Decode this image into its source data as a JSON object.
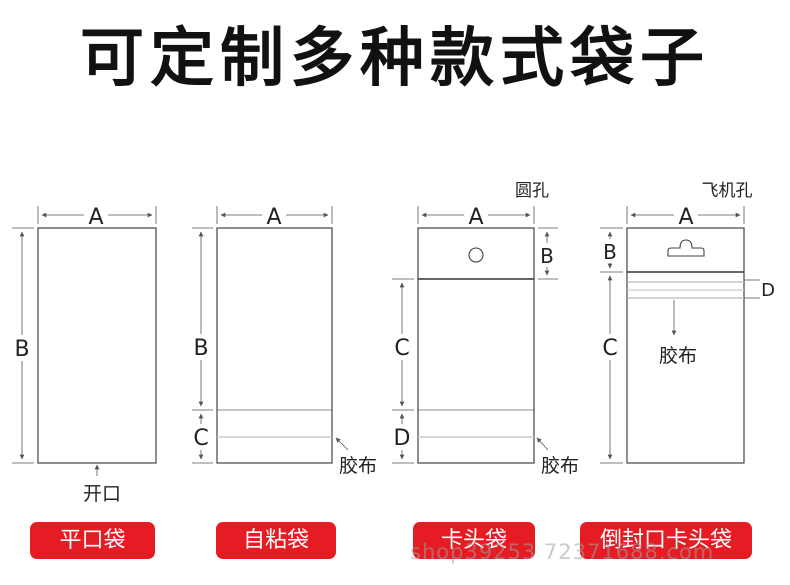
{
  "title": "可定制多种款式袋子",
  "labels": {
    "a": "A",
    "b": "B",
    "c": "C",
    "d": "D",
    "open_mouth": "开口",
    "tape": "胶布",
    "round_hole": "圆孔",
    "airplane_hole": "飞机孔"
  },
  "bags": [
    {
      "name": "平口袋"
    },
    {
      "name": "自粘袋"
    },
    {
      "name": "卡头袋"
    },
    {
      "name": "倒封口卡头袋"
    }
  ],
  "watermark": "shop39253        72371688.com",
  "colors": {
    "pill": "#e51c23",
    "line": "#444444"
  }
}
